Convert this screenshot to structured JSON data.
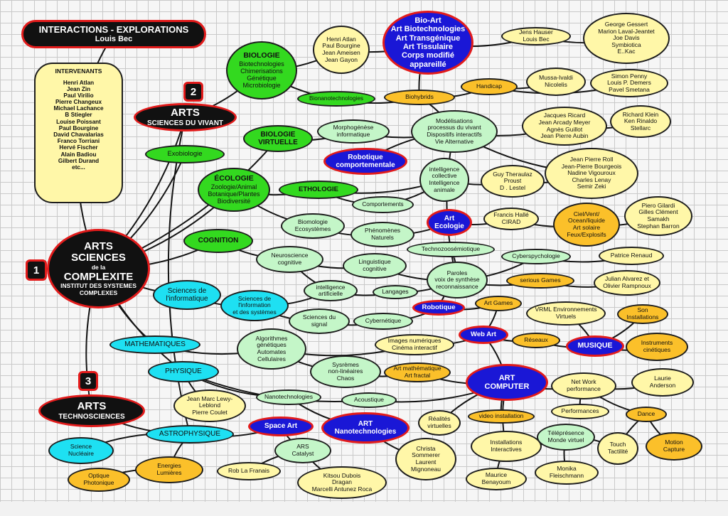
{
  "nodes": [
    {
      "id": "title",
      "lines": [
        "INTERACTIONS - EXPLORATIONS",
        "Louis Bec"
      ]
    },
    {
      "id": "intervenants",
      "lines": [
        "INTERVENANTS",
        "",
        "Henri Atlan",
        "Jean Zin",
        "Paul Virilio",
        "Pierre Changeux",
        "Michael Lachance",
        "B Stiegler",
        "Louise Poissant",
        "Paul Bourgine",
        "David Chavalarias",
        "Franco Torriani",
        "Hervé Fischer",
        "Alain Badiou",
        "Gilbert Durand",
        "etc..."
      ]
    },
    {
      "id": "num2",
      "lines": [
        "2"
      ]
    },
    {
      "id": "arts_vivant",
      "lines": [
        "ARTS",
        "SCIENCES DU VIVANT"
      ]
    },
    {
      "id": "biologie",
      "lines": [
        "BIOLOGIE",
        "Biotechnologies",
        "Chimerisations",
        "Génétique",
        "Microbiologie"
      ]
    },
    {
      "id": "atlan",
      "lines": [
        "Henri Atlan",
        "Paul Bourgine",
        "Jean Ameisen",
        "Jean Gayon"
      ]
    },
    {
      "id": "bioart",
      "lines": [
        "Bio-Art",
        "Art Biotechnologies",
        "Art Transgénique",
        "Art Tissulaire",
        "Corps modifié",
        "appareillé"
      ]
    },
    {
      "id": "hauser",
      "lines": [
        "Jens Hauser",
        "Louis Bec"
      ]
    },
    {
      "id": "gessert",
      "lines": [
        "George Gessert",
        "Marion Laval-Jeantet",
        "Joe Davis",
        "Symbiotica",
        "E..Kac"
      ]
    },
    {
      "id": "bionano",
      "lines": [
        "Bionanotechnologies"
      ]
    },
    {
      "id": "biohybrids",
      "lines": [
        "Biohybrids"
      ]
    },
    {
      "id": "handicap",
      "lines": [
        "Handicap"
      ]
    },
    {
      "id": "mussa",
      "lines": [
        "Mussa-Ivaldi",
        "Nicolelis"
      ]
    },
    {
      "id": "penny",
      "lines": [
        "Simon Penny",
        "Louis P. Demers",
        "Pavel Smetana"
      ]
    },
    {
      "id": "exobiologie",
      "lines": [
        "Exobiologie"
      ]
    },
    {
      "id": "bio_virt",
      "lines": [
        "BIOLOGIE",
        "VIRTUELLE"
      ]
    },
    {
      "id": "morpho",
      "lines": [
        "Morphogénèse",
        "informatique"
      ]
    },
    {
      "id": "modelisations",
      "lines": [
        "Modélisations",
        "processus du vivant",
        "Dispositifs interactifs",
        "Vie Alternative"
      ]
    },
    {
      "id": "ricard",
      "lines": [
        "Jacques Ricard",
        "Jean Arcady Meyer",
        "Agnès Guillot",
        "Jean Pierre Aubin"
      ]
    },
    {
      "id": "klein",
      "lines": [
        "Richard Klein",
        "Ken Rinaldo",
        "Stellarc"
      ]
    },
    {
      "id": "robo_comp",
      "lines": [
        "Robotique",
        "comportementale"
      ]
    },
    {
      "id": "ecologie",
      "lines": [
        "ÉCOLOGIE",
        "Zoologie/Animal",
        "Botanique/Plantes",
        "Biodiversité"
      ]
    },
    {
      "id": "ethologie",
      "lines": [
        "ETHOLOGIE"
      ]
    },
    {
      "id": "intel_coll",
      "lines": [
        "intelligence",
        "collective",
        "Intelligence",
        "animale"
      ]
    },
    {
      "id": "theraulaz",
      "lines": [
        "Guy Theraulaz",
        "Proust",
        "D . Lestel"
      ]
    },
    {
      "id": "roll",
      "lines": [
        "Jean Pierre Roll",
        "Jean-Pierre Bourgeois",
        "Nadine Vigouroux",
        "Charles Lenay",
        "Semir Zeki"
      ]
    },
    {
      "id": "comportements",
      "lines": [
        "Comportements"
      ]
    },
    {
      "id": "biomologie",
      "lines": [
        "Biomologie",
        "Ecosystèmes"
      ]
    },
    {
      "id": "art_eco",
      "lines": [
        "Art",
        "Ecologie"
      ]
    },
    {
      "id": "halle",
      "lines": [
        "Francis Hallé",
        "CIRAD"
      ]
    },
    {
      "id": "ciel",
      "lines": [
        "Ciel/Vent/",
        "Ocean/liquide",
        "Art solaire",
        "Feux/Explosifs"
      ]
    },
    {
      "id": "gilardi",
      "lines": [
        "Piero Gilardi",
        "Gilles Clément",
        "Samakh",
        "Stephan Barron"
      ]
    },
    {
      "id": "num1",
      "lines": [
        "1"
      ]
    },
    {
      "id": "main",
      "lines": [
        "ARTS",
        "SCIENCES",
        "de la",
        "COMPLEXITE",
        "INSTITUT DES SYSTEMES",
        "COMPLEXES"
      ]
    },
    {
      "id": "cognition",
      "lines": [
        "COGNITION"
      ]
    },
    {
      "id": "phenomenes",
      "lines": [
        "Phénomènes",
        "Naturels"
      ]
    },
    {
      "id": "techno",
      "lines": [
        "Technozoosémiotique"
      ]
    },
    {
      "id": "neuro",
      "lines": [
        "Neuroscience",
        "cognitive"
      ]
    },
    {
      "id": "linguistique",
      "lines": [
        "Linguistique",
        "cognitive"
      ]
    },
    {
      "id": "cyberpsy",
      "lines": [
        "Cyberspychologie"
      ]
    },
    {
      "id": "renaud",
      "lines": [
        "Patrice Renaud"
      ]
    },
    {
      "id": "paroles",
      "lines": [
        "Paroles",
        "voix de synthèse",
        "reconnaissance"
      ]
    },
    {
      "id": "serious",
      "lines": [
        "serious Games"
      ]
    },
    {
      "id": "alvarez",
      "lines": [
        "Julian Alvarez et",
        "Olivier Rampnoux"
      ]
    },
    {
      "id": "sci_info",
      "lines": [
        "Sciences de",
        "l'informatique"
      ]
    },
    {
      "id": "intel_art",
      "lines": [
        "intelligence",
        "artificielle"
      ]
    },
    {
      "id": "langages",
      "lines": [
        "Langages"
      ]
    },
    {
      "id": "sci_info_sys",
      "lines": [
        "Sciences de",
        "l'information",
        "et des systèmes"
      ]
    },
    {
      "id": "robotique",
      "lines": [
        "Robotique"
      ]
    },
    {
      "id": "art_games",
      "lines": [
        "Art Games"
      ]
    },
    {
      "id": "vrml",
      "lines": [
        "VRML Environnements",
        "Virtuels"
      ]
    },
    {
      "id": "son",
      "lines": [
        "Son",
        "Installations"
      ]
    },
    {
      "id": "sci_signal",
      "lines": [
        "Sciences du",
        "signal"
      ]
    },
    {
      "id": "cybernetique",
      "lines": [
        "Cybernétique"
      ]
    },
    {
      "id": "web_art",
      "lines": [
        "Web Art"
      ]
    },
    {
      "id": "mathematiques",
      "lines": [
        "MATHEMATIQUES"
      ]
    },
    {
      "id": "algorithmes",
      "lines": [
        "Algorithmes",
        "génétiques",
        "Automates",
        "Cellulaires"
      ]
    },
    {
      "id": "images_num",
      "lines": [
        "Images numériques",
        "Cinéma interactif"
      ]
    },
    {
      "id": "reseaux",
      "lines": [
        "Réseaux"
      ]
    },
    {
      "id": "musique",
      "lines": [
        "MUSIQUE"
      ]
    },
    {
      "id": "instruments",
      "lines": [
        "Instruments",
        "cinétiques"
      ]
    },
    {
      "id": "num3",
      "lines": [
        "3"
      ]
    },
    {
      "id": "physique",
      "lines": [
        "PHYSIQUE"
      ]
    },
    {
      "id": "systemes",
      "lines": [
        "Sysrèmes",
        "non-linéaires",
        "Chaos"
      ]
    },
    {
      "id": "art_math",
      "lines": [
        "Art mathématique",
        "Art fractal"
      ]
    },
    {
      "id": "art_computer",
      "lines": [
        "ART",
        "COMPUTER"
      ]
    },
    {
      "id": "network",
      "lines": [
        "Net Work",
        "performance"
      ]
    },
    {
      "id": "anderson",
      "lines": [
        "Laurie",
        "Anderson"
      ]
    },
    {
      "id": "arts_techno",
      "lines": [
        "ARTS",
        "TECHNOSCIENCES"
      ]
    },
    {
      "id": "levy",
      "lines": [
        "Jean Marc Lewy-",
        "Leblond",
        "Pierre Coulet"
      ]
    },
    {
      "id": "nanotech",
      "lines": [
        "Nanotechnologies"
      ]
    },
    {
      "id": "acoustique",
      "lines": [
        "Acoustique"
      ]
    },
    {
      "id": "performances",
      "lines": [
        "Performances"
      ]
    },
    {
      "id": "dance",
      "lines": [
        "Dance"
      ]
    },
    {
      "id": "realites",
      "lines": [
        "Réalités",
        "virtuelles"
      ]
    },
    {
      "id": "video",
      "lines": [
        "video installation"
      ]
    },
    {
      "id": "astrophysique",
      "lines": [
        "ASTROPHYSIQUE"
      ]
    },
    {
      "id": "space_art",
      "lines": [
        "Space Art"
      ]
    },
    {
      "id": "art_nano",
      "lines": [
        "ART",
        "Nanotechnologies"
      ]
    },
    {
      "id": "sci_nucl",
      "lines": [
        "Science",
        "Nucléaire"
      ]
    },
    {
      "id": "ars",
      "lines": [
        "ARS",
        "Catalyst"
      ]
    },
    {
      "id": "christa",
      "lines": [
        "Christa",
        "Sommerer",
        "Laurent",
        "Mignoneau"
      ]
    },
    {
      "id": "installations",
      "lines": [
        "Installations",
        "Interactives"
      ]
    },
    {
      "id": "telepresence",
      "lines": [
        "Téléprésence",
        "Monde virtuel"
      ]
    },
    {
      "id": "touch",
      "lines": [
        "Touch",
        "Tactilité"
      ]
    },
    {
      "id": "motion",
      "lines": [
        "Motion",
        "Capture"
      ]
    },
    {
      "id": "energies",
      "lines": [
        "Energies",
        "Lumières"
      ]
    },
    {
      "id": "rob_la",
      "lines": [
        "Rob La Franais"
      ]
    },
    {
      "id": "optique",
      "lines": [
        "Optique",
        "Photonique"
      ]
    },
    {
      "id": "kitsou",
      "lines": [
        "Kitsou Dubois",
        "Dragan",
        "Marcelli Antunez Roca"
      ]
    },
    {
      "id": "benayoun",
      "lines": [
        "Maurice",
        "Benayoum"
      ]
    },
    {
      "id": "fleischmann",
      "lines": [
        "Monika",
        "Fleischmann"
      ]
    }
  ],
  "edges": [
    [
      "title",
      "intervenants"
    ],
    [
      "intervenants",
      "main"
    ],
    [
      "main",
      "arts_vivant"
    ],
    [
      "arts_vivant",
      "biologie"
    ],
    [
      "biologie",
      "atlan"
    ],
    [
      "biologie",
      "bionano"
    ],
    [
      "bionano",
      "biohybrids"
    ],
    [
      "biohybrids",
      "handicap"
    ],
    [
      "handicap",
      "mussa"
    ],
    [
      "atlan",
      "bioart"
    ],
    [
      "bioart",
      "hauser"
    ],
    [
      "hauser",
      "gessert"
    ],
    [
      "bioart",
      "biohybrids"
    ],
    [
      "handicap",
      "penny"
    ],
    [
      "main",
      "exobiologie"
    ],
    [
      "main",
      "ecologie"
    ],
    [
      "main",
      "bio_virt"
    ],
    [
      "bio_virt",
      "morpho"
    ],
    [
      "morpho",
      "modelisations"
    ],
    [
      "modelisations",
      "ricard"
    ],
    [
      "modelisations",
      "roll"
    ],
    [
      "ricard",
      "klein"
    ],
    [
      "modelisations",
      "biohybrids"
    ],
    [
      "modelisations",
      "robo_comp"
    ],
    [
      "ecologie",
      "ethologie"
    ],
    [
      "ethologie",
      "comportements"
    ],
    [
      "ethologie",
      "intel_coll"
    ],
    [
      "intel_coll",
      "theraulaz"
    ],
    [
      "theraulaz",
      "roll"
    ],
    [
      "comportements",
      "intel_coll"
    ],
    [
      "ecologie",
      "biomologie"
    ],
    [
      "biomologie",
      "phenomenes"
    ],
    [
      "phenomenes",
      "art_eco"
    ],
    [
      "art_eco",
      "halle"
    ],
    [
      "halle",
      "ciel"
    ],
    [
      "ciel",
      "gilardi"
    ],
    [
      "main",
      "cognition"
    ],
    [
      "cognition",
      "neuro"
    ],
    [
      "neuro",
      "linguistique"
    ],
    [
      "linguistique",
      "paroles"
    ],
    [
      "neuro",
      "intel_art"
    ],
    [
      "paroles",
      "techno"
    ],
    [
      "paroles",
      "cyberpsy"
    ],
    [
      "cyberpsy",
      "renaud"
    ],
    [
      "paroles",
      "serious"
    ],
    [
      "serious",
      "alvarez"
    ],
    [
      "main",
      "sci_info"
    ],
    [
      "sci_info",
      "sci_info_sys"
    ],
    [
      "sci_info_sys",
      "intel_art"
    ],
    [
      "intel_art",
      "langages"
    ],
    [
      "langages",
      "paroles"
    ],
    [
      "sci_info_sys",
      "sci_signal"
    ],
    [
      "sci_signal",
      "cybernetique"
    ],
    [
      "cybernetique",
      "robotique"
    ],
    [
      "paroles",
      "robotique"
    ],
    [
      "robotique",
      "art_games"
    ],
    [
      "web_art",
      "reseaux"
    ],
    [
      "reseaux",
      "musique"
    ],
    [
      "musique",
      "vrml"
    ],
    [
      "musique",
      "son"
    ],
    [
      "musique",
      "instruments"
    ],
    [
      "main",
      "mathematiques"
    ],
    [
      "mathematiques",
      "algorithmes"
    ],
    [
      "algorithmes",
      "images_num"
    ],
    [
      "images_num",
      "web_art"
    ],
    [
      "algorithmes",
      "systemes"
    ],
    [
      "systemes",
      "art_math"
    ],
    [
      "art_math",
      "art_computer"
    ],
    [
      "art_computer",
      "network"
    ],
    [
      "network",
      "anderson"
    ],
    [
      "network",
      "performances"
    ],
    [
      "network",
      "dance"
    ],
    [
      "dance",
      "motion"
    ],
    [
      "dance",
      "touch"
    ],
    [
      "main",
      "physique"
    ],
    [
      "physique",
      "levy"
    ],
    [
      "physique",
      "nanotech"
    ],
    [
      "nanotech",
      "art_nano"
    ],
    [
      "physique",
      "acoustique"
    ],
    [
      "acoustique",
      "art_computer"
    ],
    [
      "main",
      "arts_techno"
    ],
    [
      "arts_techno",
      "astrophysique"
    ],
    [
      "astrophysique",
      "space_art"
    ],
    [
      "space_art",
      "ars"
    ],
    [
      "ars",
      "kitsou"
    ],
    [
      "ars",
      "rob_la"
    ],
    [
      "astrophysique",
      "energies"
    ],
    [
      "energies",
      "optique"
    ],
    [
      "astrophysique",
      "sci_nucl"
    ],
    [
      "art_computer",
      "video"
    ],
    [
      "art_computer",
      "realites"
    ],
    [
      "art_computer",
      "installations"
    ],
    [
      "installations",
      "benayoun"
    ],
    [
      "installations",
      "telepresence"
    ],
    [
      "telepresence",
      "fleischmann"
    ],
    [
      "touch",
      "telepresence"
    ],
    [
      "art_nano",
      "christa"
    ],
    [
      "art_computer",
      "web_art"
    ],
    [
      "web_art",
      "art_games"
    ],
    [
      "modelisations",
      "paroles"
    ],
    [
      "arts_vivant",
      "astrophysique"
    ]
  ]
}
